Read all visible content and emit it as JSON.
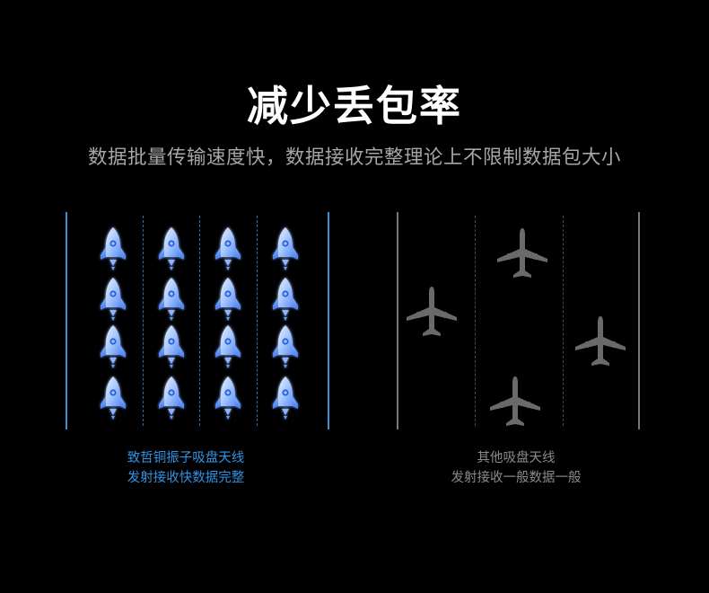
{
  "title": "减少丢包率",
  "subtitle": "数据批量传输速度快，数据接收完整理论上不限制数据包大小",
  "left_panel": {
    "icon": "rocket-icon",
    "rows": 4,
    "columns": 4,
    "caption_line1": "致哲铜振子吸盘天线",
    "caption_line2": "发射接收快数据完整",
    "accent_color": "#2f93e4"
  },
  "right_panel": {
    "icon": "airplane-icon",
    "count": 4,
    "caption_line1": "其他吸盘天线",
    "caption_line2": "发射接收一般数据一般",
    "accent_color": "#8a8a8a"
  }
}
